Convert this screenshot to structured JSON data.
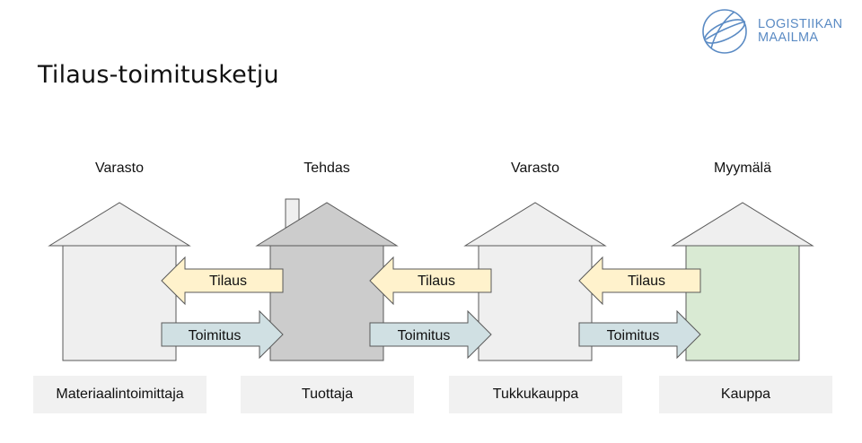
{
  "title": "Tilaus-toimitusketju",
  "logo": {
    "line1": "LOGISTIIKAN",
    "line2": "MAAILMA",
    "color": "#5b8bc4"
  },
  "buildings": [
    {
      "label": "Varasto",
      "role": "Materiaalintoimittaja",
      "fill": "#efefef",
      "roof": "#efefef",
      "chimney": false
    },
    {
      "label": "Tehdas",
      "role": "Tuottaja",
      "fill": "#cccccc",
      "roof": "#cccccc",
      "chimney": true
    },
    {
      "label": "Varasto",
      "role": "Tukkukauppa",
      "fill": "#efefef",
      "roof": "#efefef",
      "chimney": false
    },
    {
      "label": "Myymälä",
      "role": "Kauppa",
      "fill": "#d9ead3",
      "roof": "#efefef",
      "chimney": false
    }
  ],
  "order_label": "Tilaus",
  "delivery_label": "Toimitus",
  "colors": {
    "order_arrow": "#fff2cc",
    "delivery_arrow": "#d0e0e3",
    "stroke": "#595959"
  }
}
